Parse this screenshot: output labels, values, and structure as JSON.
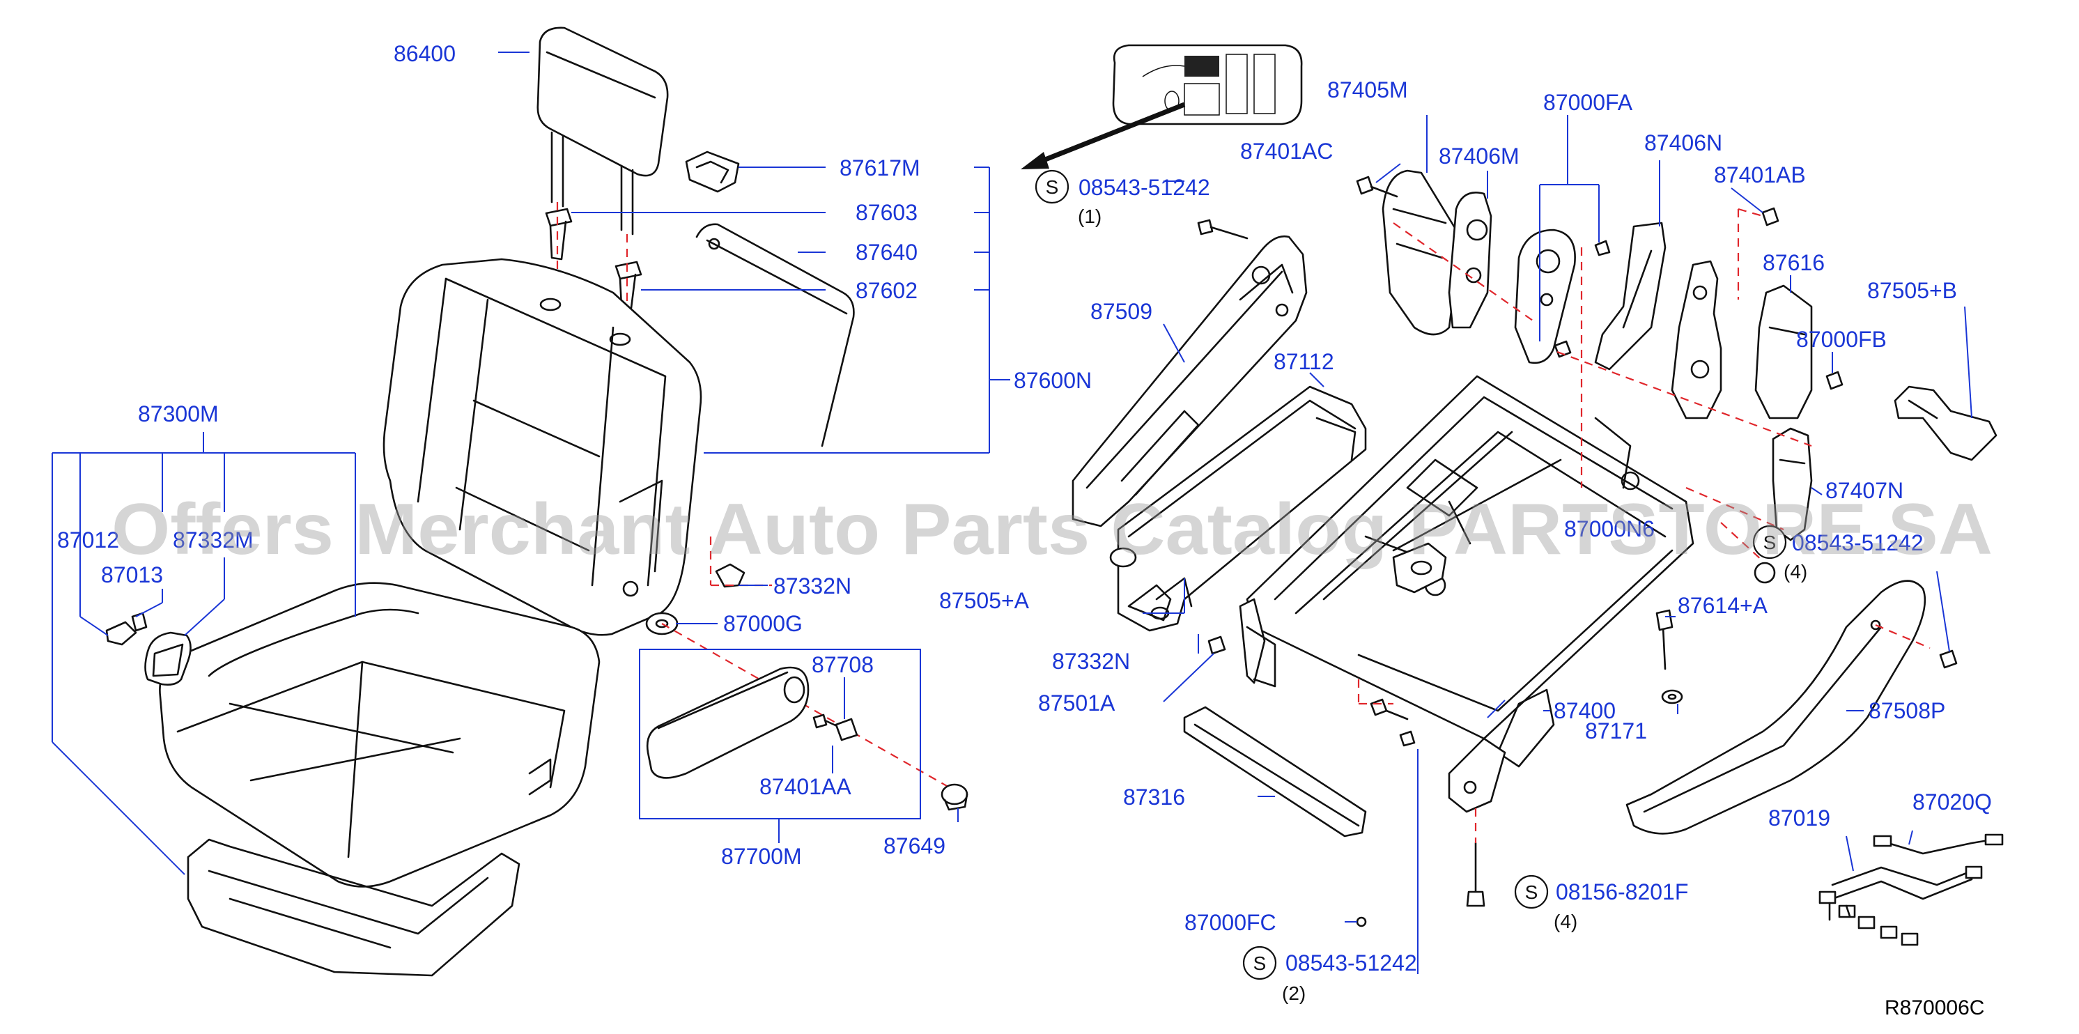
{
  "diagram": {
    "reference_code": "R870006C",
    "watermark": "Offers Merchant Auto Parts Catalog PARTSTORE.SA",
    "labels": {
      "p86400": "86400",
      "p87617M": "87617M",
      "p87603": "87603",
      "p87640": "87640",
      "p87602": "87602",
      "p87600N": "87600N",
      "p87300M": "87300M",
      "p87012": "87012",
      "p87013": "87013",
      "p87332M": "87332M",
      "p87332N_a": "87332N",
      "p87000G": "87000G",
      "p87708": "87708",
      "p87401AA": "87401AA",
      "p87700M": "87700M",
      "p87649": "87649",
      "s08543_1": "08543-51242",
      "q1": "(1)",
      "p87509": "87509",
      "p87112": "87112",
      "p87505A": "87505+A",
      "p87332N_b": "87332N",
      "p87501A": "87501A",
      "p87316": "87316",
      "p87000FC": "87000FC",
      "s08543_2": "08543-51242",
      "q2": "(2)",
      "p87405M": "87405M",
      "p87401AC": "87401AC",
      "p87406M": "87406M",
      "p87000FA": "87000FA",
      "p87406N": "87406N",
      "p87401AB": "87401AB",
      "p87616": "87616",
      "p87505B": "87505+B",
      "p87000FB": "87000FB",
      "p87407N": "87407N",
      "p87000N6": "87000N6",
      "s08543_4": "08543-51242",
      "q4a": "(4)",
      "p87614A": "87614+A",
      "p87171": "87171",
      "p87400": "87400",
      "p87508P": "87508P",
      "s08156": "08156-8201F",
      "q4b": "(4)",
      "p87019": "87019",
      "p87020Q": "87020Q",
      "s_mark": "S"
    }
  }
}
